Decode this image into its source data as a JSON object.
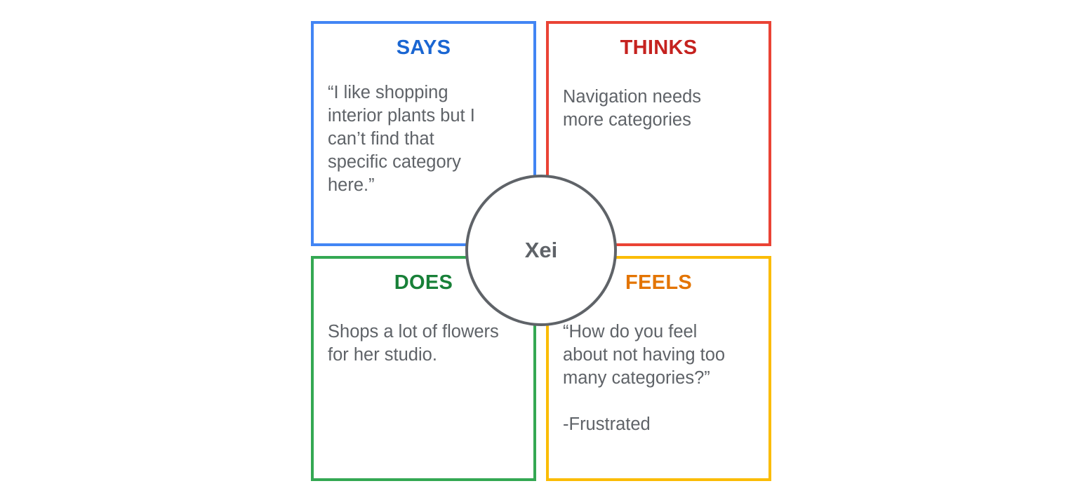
{
  "persona": {
    "name": "Xei",
    "border_color": "#5f6368"
  },
  "quadrants": [
    {
      "id": "says",
      "title": "SAYS",
      "title_color": "#1a66d2",
      "border_color": "#4285f4",
      "text": "“I like shopping\ninterior plants but I\ncan’t find that\nspecific category\nhere.”"
    },
    {
      "id": "thinks",
      "title": "THINKS",
      "title_color": "#c5221f",
      "border_color": "#ea4335",
      "text": "Navigation needs\nmore categories"
    },
    {
      "id": "does",
      "title": "DOES",
      "title_color": "#188038",
      "border_color": "#34a853",
      "text": "Shops a lot of flowers\nfor her studio."
    },
    {
      "id": "feels",
      "title": "FEELS",
      "title_color": "#e37400",
      "border_color": "#fbbc04",
      "text": "“How do you feel\nabout not having too\nmany categories?”\n\n-Frustrated"
    }
  ]
}
